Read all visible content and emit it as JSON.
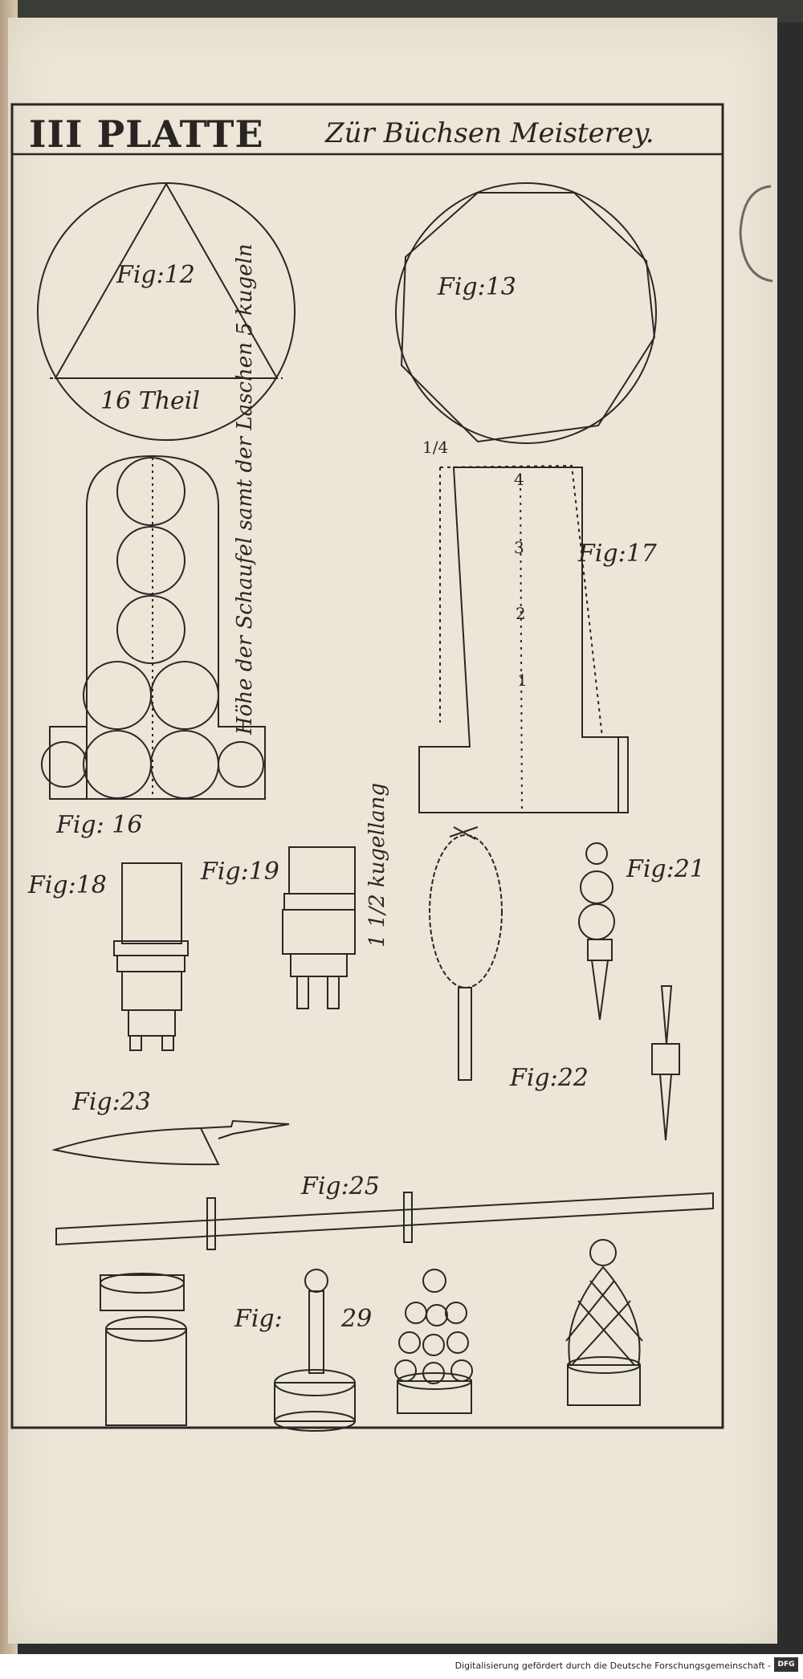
{
  "plate": {
    "title": "III PLATTE",
    "subtitle": "Zür Büchsen Meisterey."
  },
  "figures": {
    "fig12": "Fig:12",
    "fig12_note": "16 Theil",
    "fig13": "Fig:13",
    "fig16": "Fig: 16",
    "fig16_note": "Höhe der Schaufel samt der Laschen 5 kugeln",
    "fig17": "Fig:17",
    "fig17_fraction": "1/4",
    "fig17_marks": [
      "4",
      "3",
      "2",
      "1"
    ],
    "fig18": "Fig:18",
    "fig19": "Fig:19",
    "fig19_note": "1 1/2 kugellang",
    "fig21": "Fig:21",
    "fig22": "Fig:22",
    "fig23": "Fig:23",
    "fig25": "Fig:25",
    "fig29": "Fig:",
    "fig29_num": "29"
  },
  "footer": {
    "credit": "Digitalisierung gefördert durch die Deutsche Forschungsgemeinschaft -",
    "badge": "DFG"
  }
}
